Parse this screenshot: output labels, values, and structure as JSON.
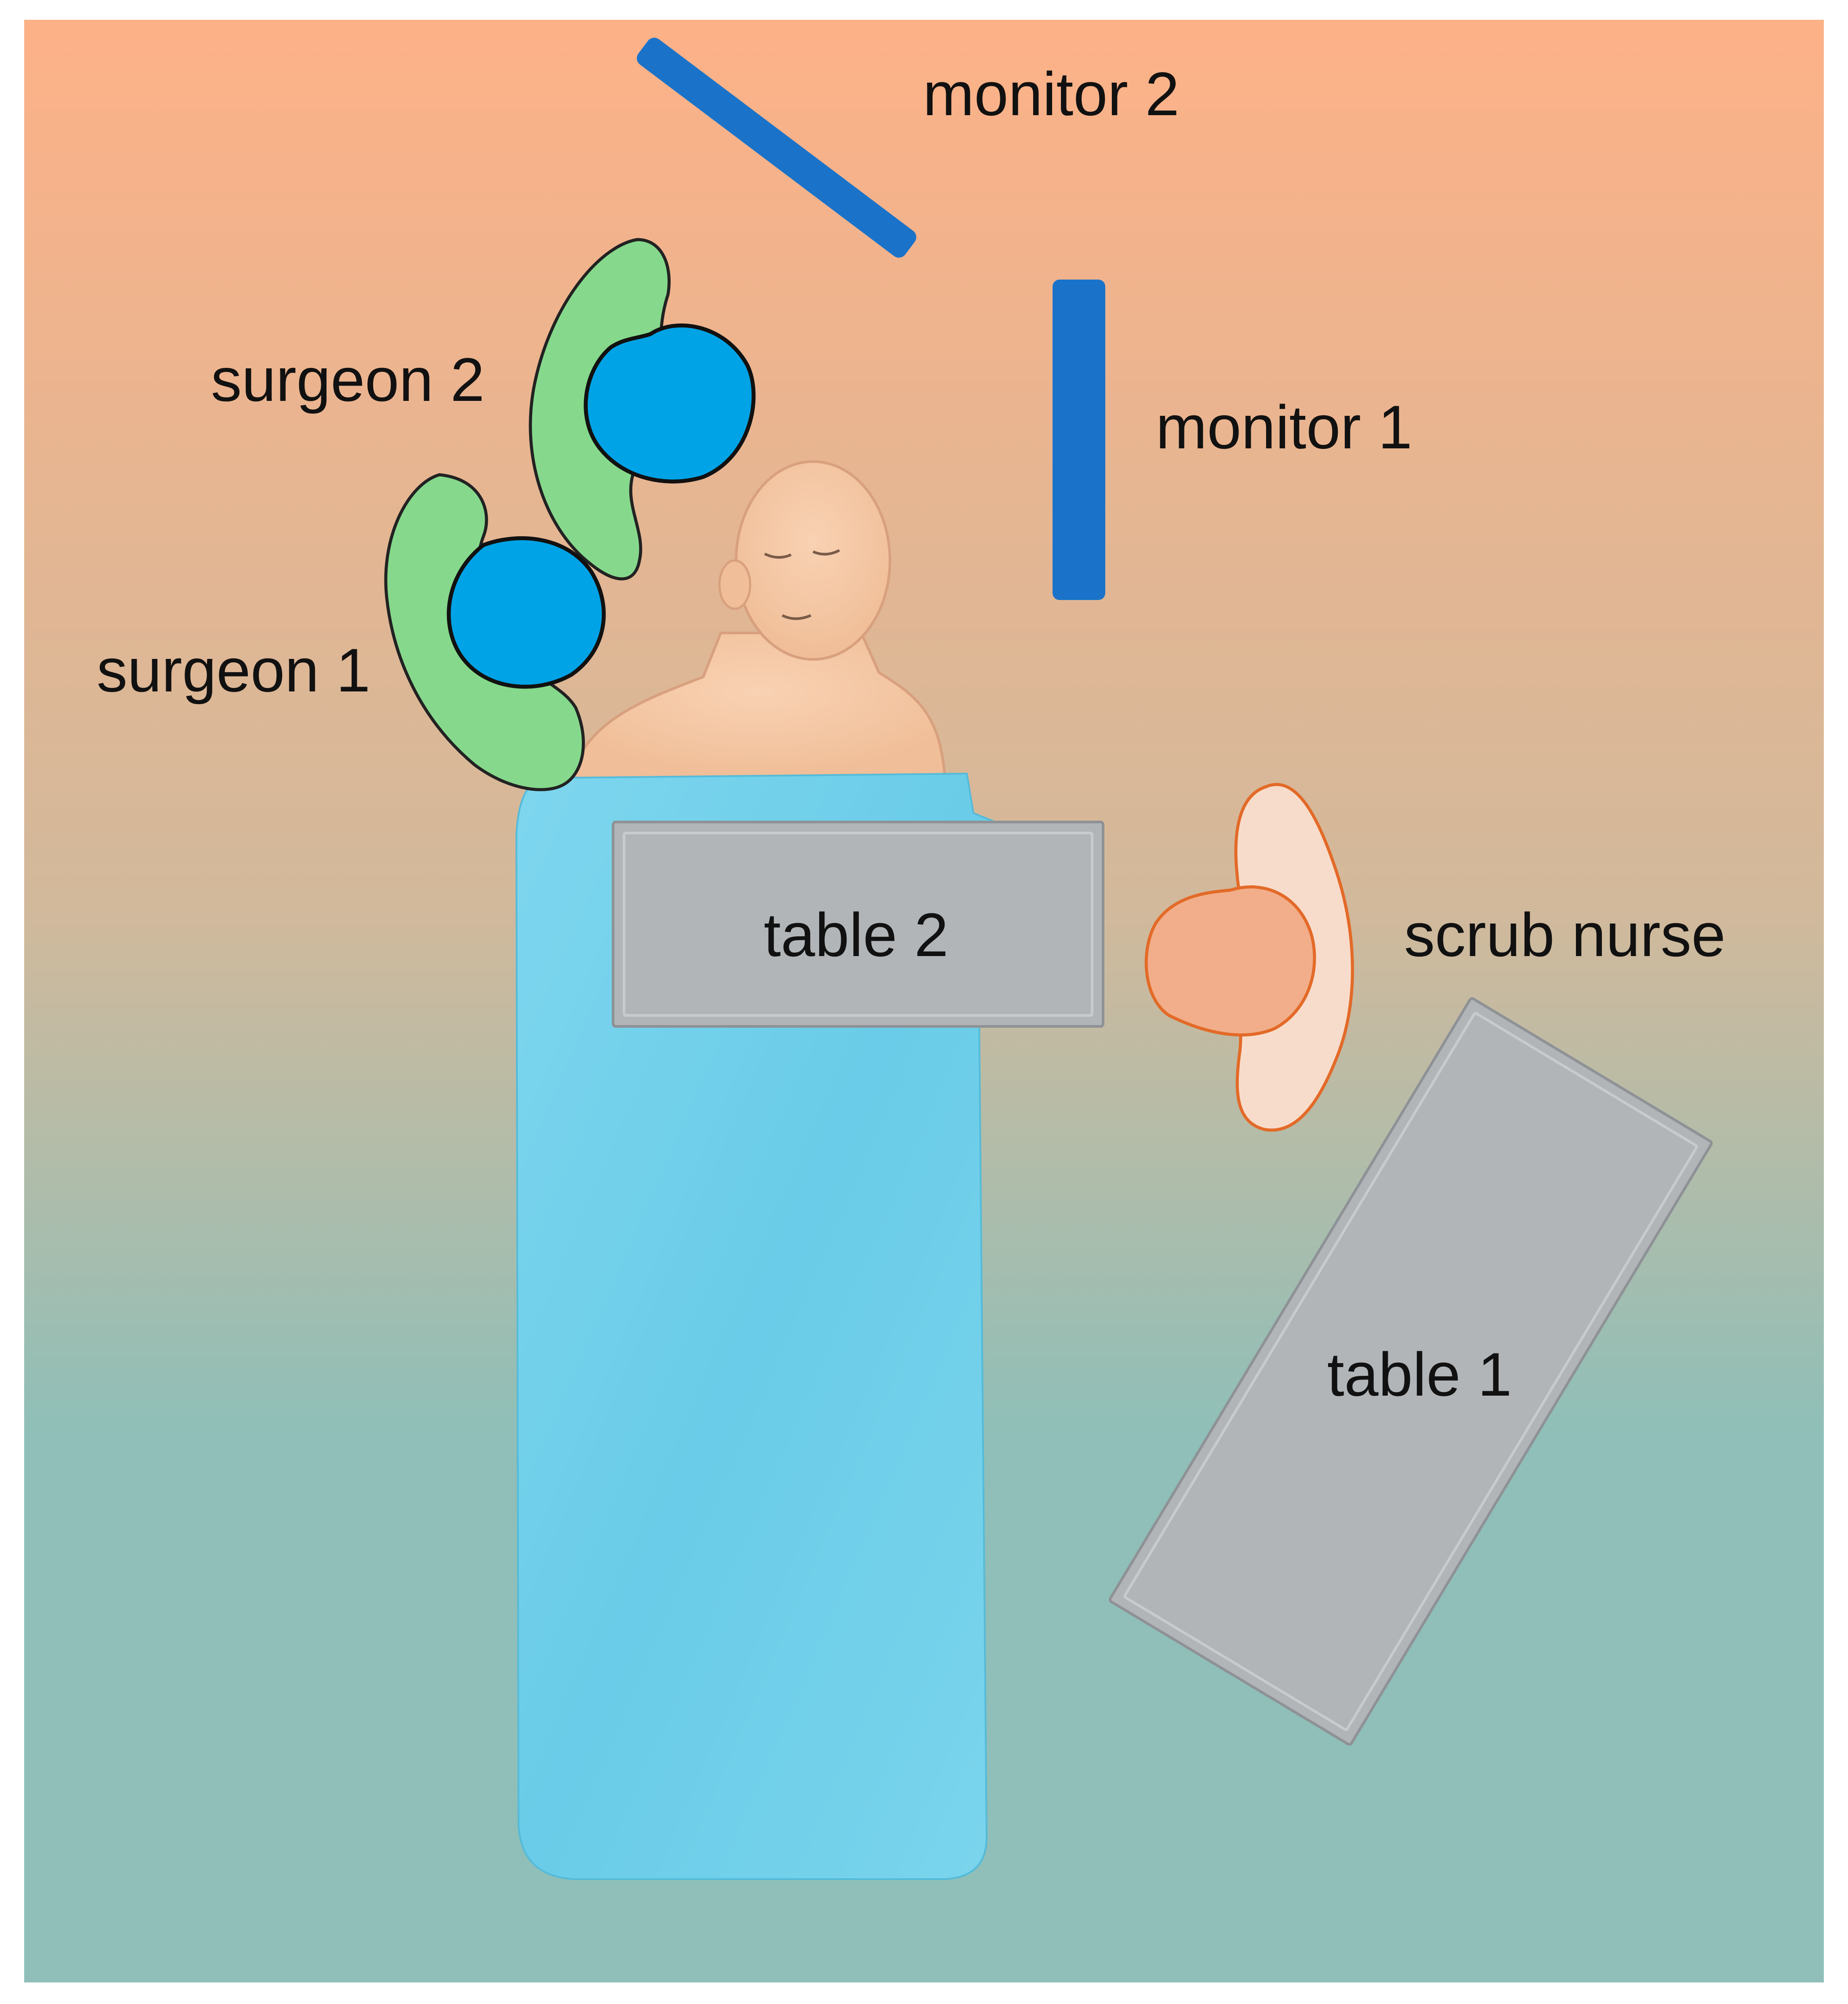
{
  "labels": {
    "monitor_2": "monitor 2",
    "monitor_1": "monitor 1",
    "surgeon_2": "surgeon 2",
    "surgeon_1": "surgeon 1",
    "table_2": "table 2",
    "scrub_nurse": "scrub nurse",
    "table_1": "table 1"
  },
  "colors": {
    "background_top": "#FDB187",
    "background_bottom": "#8FBFB8",
    "drape": "#6FD0EA",
    "monitor": "#1A73C9",
    "surgeon_body": "#86D98C",
    "surgeon_head": "#00A3E6",
    "nurse_body": "#F8DCCB",
    "nurse_head": "#F2AE8A",
    "nurse_outline": "#E36A28",
    "table": "#B1B5B8",
    "skin": "#F6C9A6"
  }
}
